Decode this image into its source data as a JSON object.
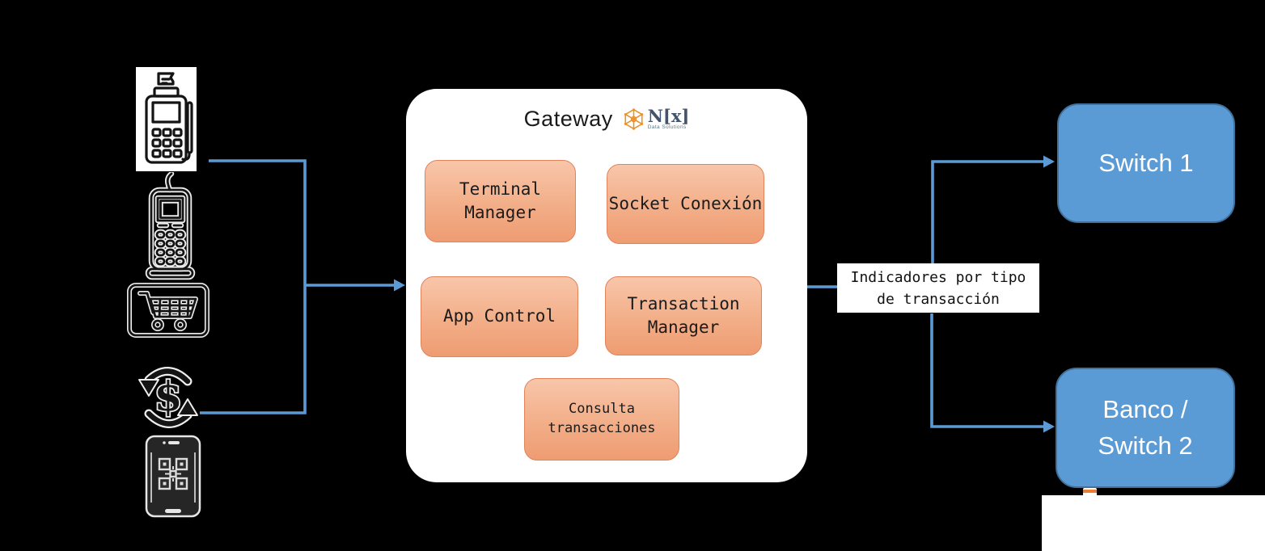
{
  "colors": {
    "background": "#000000",
    "connector_blue": "#5B9BD5",
    "target_fill": "#5B9BD5",
    "target_border": "#41719C",
    "module_fill_top": "#F8C6AA",
    "module_fill_bottom": "#EF9C72",
    "module_border": "#E2835A",
    "logo_orange": "#E8912D",
    "logo_navy": "#44546A"
  },
  "sources": {
    "icons": [
      {
        "name": "pos-terminal-icon"
      },
      {
        "name": "feature-phone-icon"
      },
      {
        "name": "ecommerce-cart-icon"
      },
      {
        "name": "money-exchange-icon"
      },
      {
        "name": "qr-smartphone-icon"
      }
    ]
  },
  "gateway": {
    "title": "Gateway",
    "logo": {
      "name": "N[x]",
      "tagline": "Data Solutions"
    },
    "modules": [
      {
        "label": "Terminal Manager"
      },
      {
        "label": "Socket Conexión"
      },
      {
        "label": "App Control"
      },
      {
        "label": "Transaction Manager"
      },
      {
        "label": "Consulta transacciones"
      }
    ]
  },
  "flow": {
    "label": "Indicadores por tipo\nde transacción"
  },
  "targets": [
    {
      "label": "Switch 1"
    },
    {
      "label": "Banco /\nSwitch 2"
    }
  ]
}
